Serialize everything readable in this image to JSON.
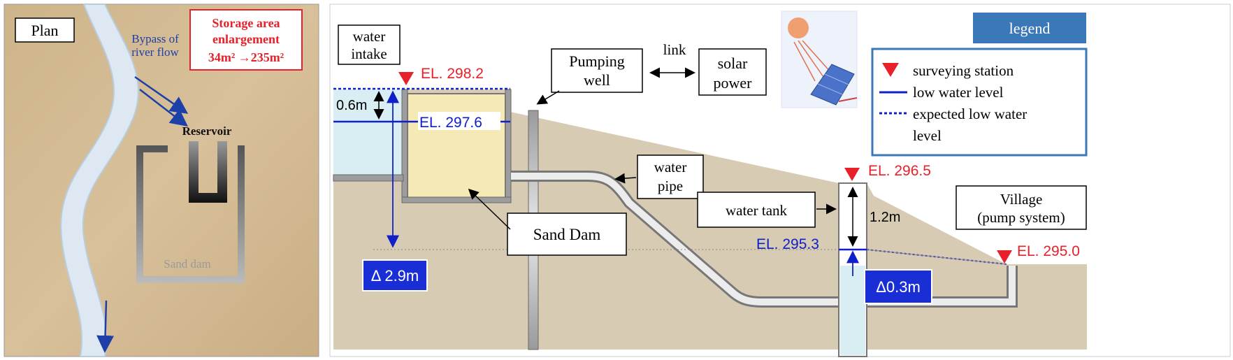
{
  "plan": {
    "title": "Plan",
    "bypass_line1": "Bypass of",
    "bypass_line2": "river flow",
    "enlarge_line1": "Storage area",
    "enlarge_line2": "enlargement",
    "enlarge_line3": "34m² →235m²",
    "reservoir": "Reservoir",
    "sand_dam": "Sand dam"
  },
  "section": {
    "water_intake_line1": "water",
    "water_intake_line2": "intake",
    "pumping_well_line1": "Pumping",
    "pumping_well_line2": "well",
    "link": "link",
    "solar_line1": "solar",
    "solar_line2": "power",
    "water_pipe_line1": "water",
    "water_pipe_line2": "pipe",
    "water_tank": "water tank",
    "sand_dam": "Sand Dam",
    "village_line1": "Village",
    "village_line2": "(pump system)",
    "el_298_2": "EL. 298.2",
    "el_297_6": "EL. 297.6",
    "el_296_5": "EL. 296.5",
    "el_295_3": "EL. 295.3",
    "el_295_0": "EL. 295.0",
    "dim_0_6": "0.6m",
    "dim_1_2": "1.2m",
    "delta_2_9": "Δ 2.9m",
    "delta_0_3": "Δ0.3m"
  },
  "legend": {
    "title": "legend",
    "item1": "surveying station",
    "item2": "low water level",
    "item3_line1": "expected  low water",
    "item3_line2": "level"
  },
  "colors": {
    "elevation_red": "#e8202a",
    "water_blue": "#1020c8",
    "legend_header": "#3a78b8",
    "sand_bg": "#d9c8aa",
    "soil": "#d8cbb4"
  }
}
